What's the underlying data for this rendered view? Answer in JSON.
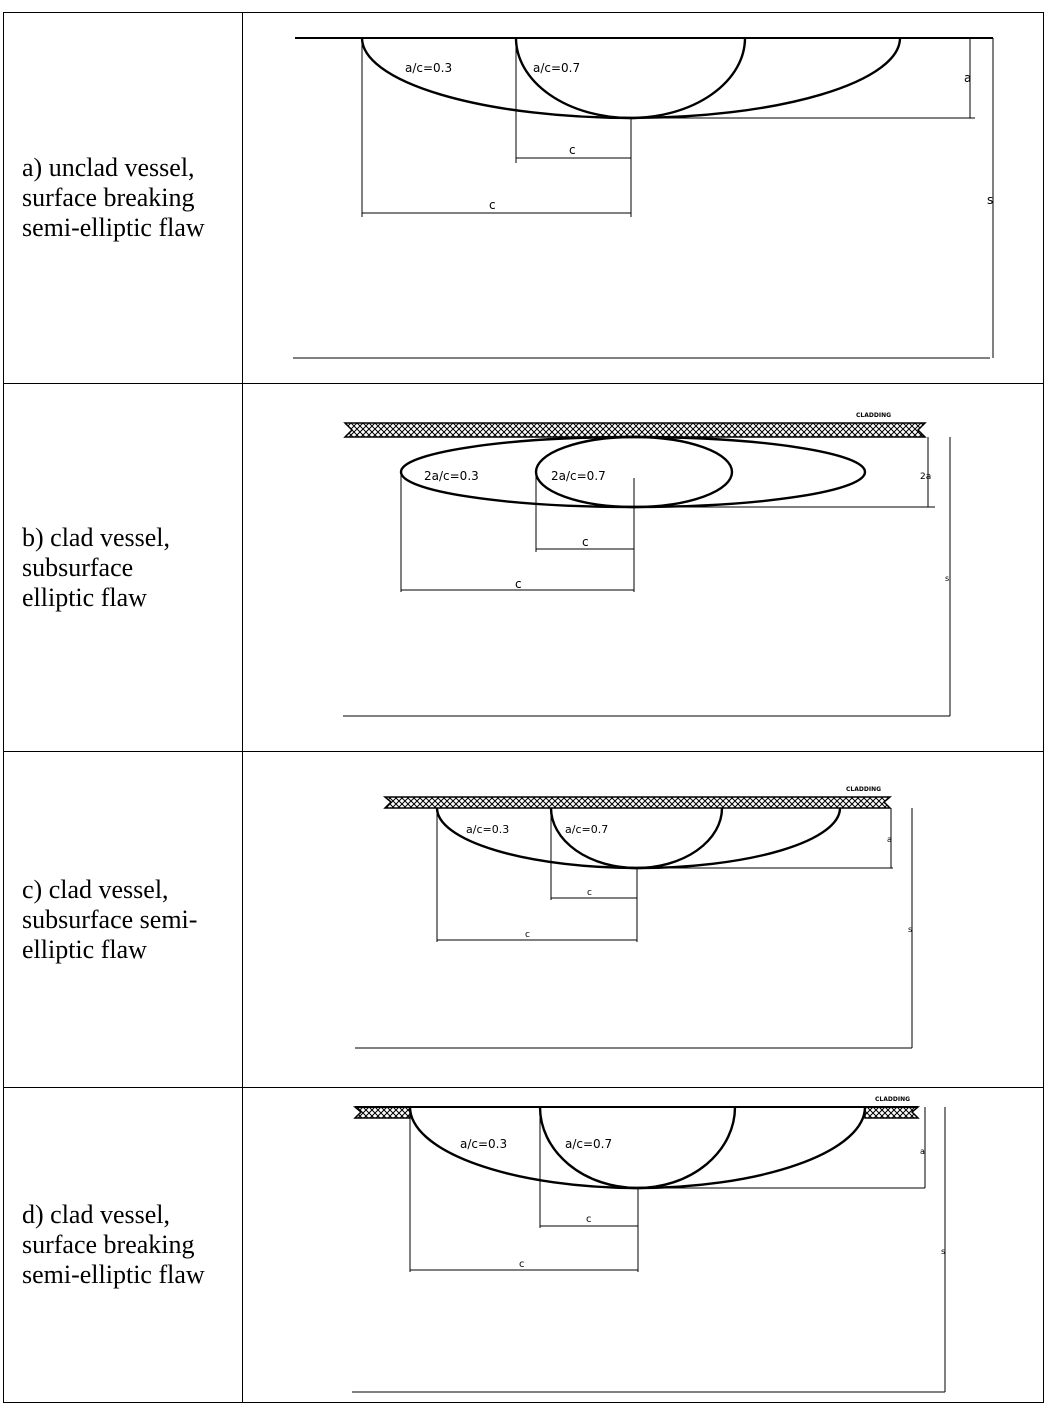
{
  "rows": [
    {
      "label_lines": [
        "a) unclad vessel,",
        "surface breaking",
        "semi-elliptic flaw"
      ],
      "flaw_labels": [
        "a/c=0.3",
        "a/c=0.7"
      ],
      "dims": {
        "c": "c",
        "depth": "a",
        "s": "s"
      }
    },
    {
      "label_lines": [
        "b) clad vessel,",
        "subsurface",
        "elliptic flaw"
      ],
      "flaw_labels": [
        "2a/c=0.3",
        "2a/c=0.7"
      ],
      "dims": {
        "c": "c",
        "depth": "2a",
        "s": "s"
      },
      "cladding": "CLADDING"
    },
    {
      "label_lines": [
        "c) clad vessel,",
        "subsurface semi-",
        "elliptic flaw"
      ],
      "flaw_labels": [
        "a/c=0.3",
        "a/c=0.7"
      ],
      "dims": {
        "c": "c",
        "depth": "a",
        "s": "s"
      },
      "cladding": "CLADDING"
    },
    {
      "label_lines": [
        "d) clad vessel,",
        "surface breaking",
        "semi-elliptic flaw"
      ],
      "flaw_labels": [
        "a/c=0.3",
        "a/c=0.7"
      ],
      "dims": {
        "c": "c",
        "depth": "a",
        "s": "s"
      },
      "cladding": "CLADDING"
    }
  ]
}
